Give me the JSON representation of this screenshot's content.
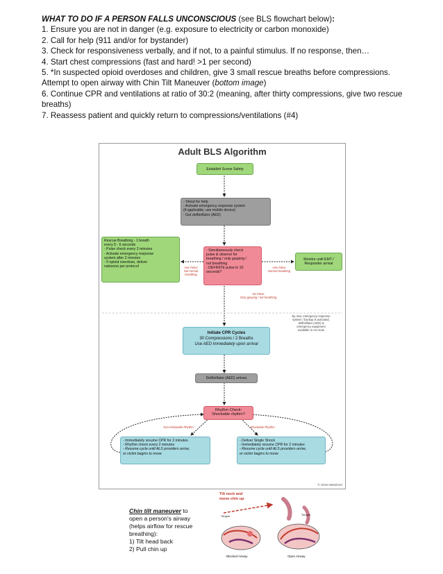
{
  "header": {
    "title": "WHAT TO DO IF A PERSON FALLS UNCONSCIOUS",
    "title_suffix": " (see BLS flowchart below)",
    "colon": ":",
    "steps": [
      "1.  Ensure you are not in danger (e.g. exposure to electricity or carbon monoxide)",
      "2.  Call for help (911 and/or for bystander)",
      "3.  Check for responsiveness verbally, and if not, to a painful stimulus.  If no response, then…",
      "4.  Start chest compressions (fast and hard! >1 per second)",
      "5.  *In suspected opioid overdoses and children, give 3 small rescue breaths before compressions.  Attempt to open airway with Chin Tilt Maneuver (",
      "6.  Continue CPR and ventilations at ratio of 30:2 (meaning, after thirty compressions, give two rescue breaths)",
      "7.  Reassess patient and quickly return to compressions/ventilations (#4)"
    ],
    "step5_italic": "bottom image",
    "step5_end": ")"
  },
  "chart": {
    "title": "Adult BLS Algorithm",
    "scene_safety": "Establish Scene Safety",
    "shout": [
      "- Shout for help",
      "- Activate emergency response system",
      "  (if applicable, use mobile device)",
      "- Get defibrillator (AED)"
    ],
    "check": [
      "- Simultaneously check",
      "  pulse & observe for",
      "  breathing / only gasping /",
      "  not breathing",
      "- DEFINITE pulse in 10",
      "  seconds?"
    ],
    "rescue": [
      "Rescue Breathing - 1 breath",
      "every 5 - 6 seconds",
      "- Pulse check every 2 minutes",
      "- Activate emergency response",
      "  system after 2 minutes",
      "- If opioid overdose, deliver",
      "  naloxone per protocol"
    ],
    "monitor": [
      "Monitor until EMT /",
      "Responder arrival"
    ],
    "label_left": [
      "Has Pulse",
      "Not normal",
      "breathing"
    ],
    "label_right": [
      "Has Pulse",
      "Normal breathing"
    ],
    "label_nopulse": [
      "No Pulse",
      "Only gasping / not breathing"
    ],
    "note": [
      "By now, emergency response",
      "system / backup is activated,",
      "defibrillator (AED) &",
      "emergency equipment",
      "available or en-route"
    ],
    "cpr": [
      "Initiate CPR Cycles",
      "30 Compressions / 2 Breaths",
      "Use AED immediately upon arrival"
    ],
    "aed_arrives": "Defibrillator (AED) arrives",
    "rhythm": [
      "Rhythm Check:",
      "Shockable rhythm?"
    ],
    "non_shockable_label": "Non-shockable Rhythm",
    "shockable_label": "Shockable Rhythm",
    "left_action": [
      "- Immediately resume CPR for 2 minutes",
      "- Rhythm check every 2 minutes",
      "- Resume cycle until ALS providers arrive,",
      "  or victim begins to move"
    ],
    "right_action": [
      "- Deliver Single Shock",
      "- Immediately resume CPR for 2 minutes",
      "- Resume cycle until ALS providers arrive,",
      "  or victim begins to move"
    ],
    "copyright": "© 2019 eMedCert"
  },
  "chin": {
    "title": "Chin tilt maneuver",
    "after_title": " to",
    "lines": [
      "open a person's airway",
      "(helps airflow for rescue",
      "breathing):",
      "1) Tilt head back",
      "2) Pull chin up"
    ]
  },
  "illustration": {
    "caption": [
      "Tilt neck and",
      "move chin up"
    ],
    "left_label": "Blocked Airway",
    "right_label": "Open Airway",
    "tongue_left": "Tongue",
    "tongue_right": "Tongue"
  }
}
